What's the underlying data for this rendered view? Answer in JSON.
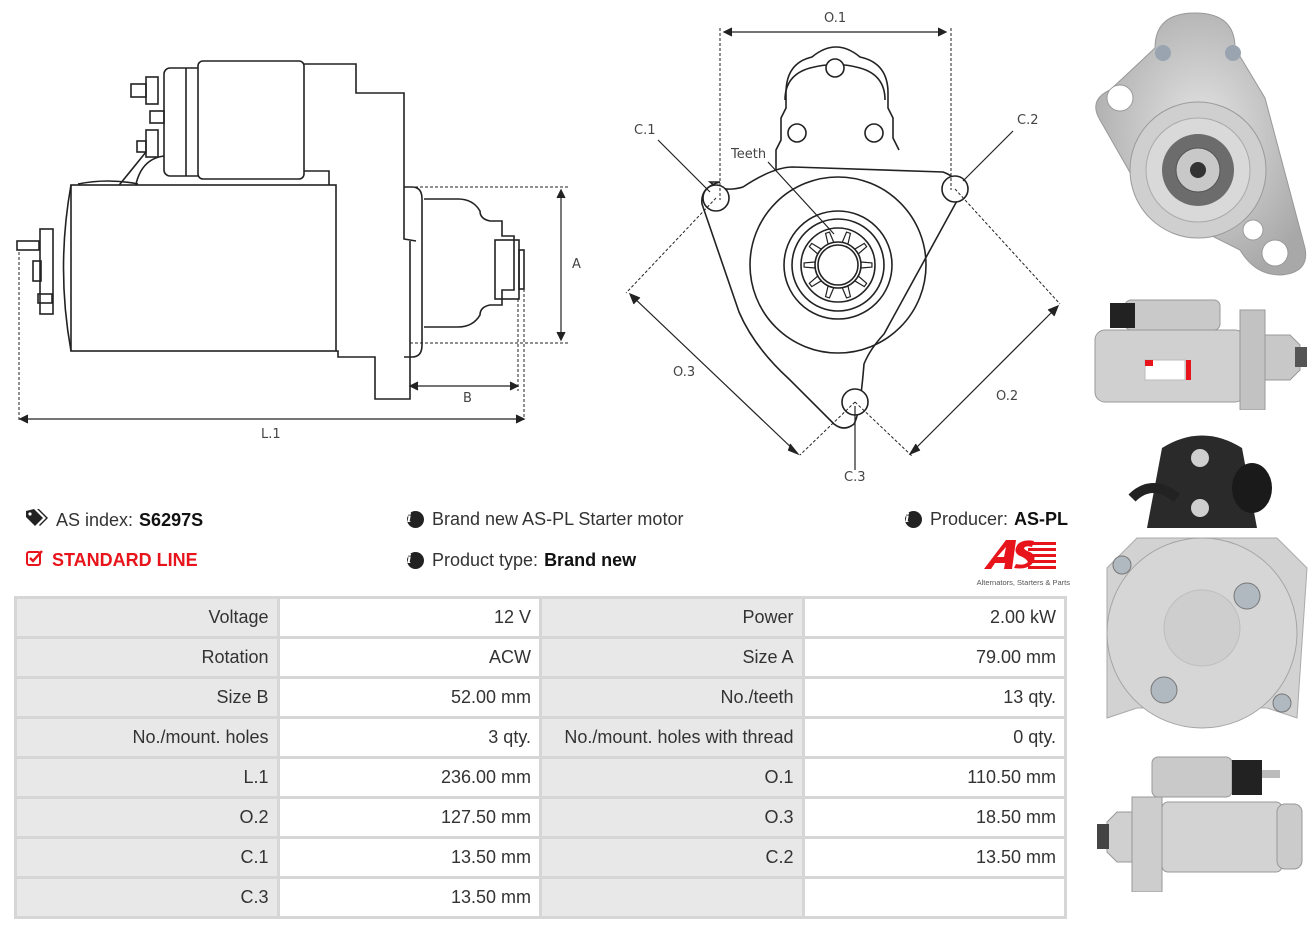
{
  "drawing": {
    "side_view_labels": {
      "a": "A",
      "b": "B",
      "l1": "L.1"
    },
    "front_view_labels": {
      "o1": "O.1",
      "o2": "O.2",
      "o3": "O.3",
      "c1": "C.1",
      "c2": "C.2",
      "c3": "C.3",
      "teeth": "Teeth"
    }
  },
  "info": {
    "as_index_label": "AS index:",
    "as_index_value": "S6297S",
    "standard_line": "STANDARD LINE",
    "description": "Brand new AS-PL Starter motor",
    "product_type_label": "Product type:",
    "product_type_value": "Brand new",
    "producer_label": "Producer:",
    "producer_value": "AS-PL"
  },
  "logo": {
    "mark": "AS",
    "tagline": "Alternators, Starters & Parts",
    "color": "#e8141b"
  },
  "specs": [
    [
      {
        "label": "Voltage",
        "value": "12 V"
      },
      {
        "label": "Power",
        "value": "2.00 kW"
      }
    ],
    [
      {
        "label": "Rotation",
        "value": "ACW"
      },
      {
        "label": "Size A",
        "value": "79.00 mm"
      }
    ],
    [
      {
        "label": "Size B",
        "value": "52.00 mm"
      },
      {
        "label": "No./teeth",
        "value": "13 qty."
      }
    ],
    [
      {
        "label": "No./mount. holes",
        "value": "3 qty."
      },
      {
        "label": "No./mount. holes with thread",
        "value": "0 qty."
      }
    ],
    [
      {
        "label": "L.1",
        "value": "236.00 mm"
      },
      {
        "label": "O.1",
        "value": "110.50 mm"
      }
    ],
    [
      {
        "label": "O.2",
        "value": "127.50 mm"
      },
      {
        "label": "O.3",
        "value": "18.50 mm"
      }
    ],
    [
      {
        "label": "C.1",
        "value": "13.50 mm"
      },
      {
        "label": "C.2",
        "value": "13.50 mm"
      }
    ],
    [
      {
        "label": "C.3",
        "value": "13.50 mm"
      },
      {
        "label": "",
        "value": ""
      }
    ]
  ]
}
